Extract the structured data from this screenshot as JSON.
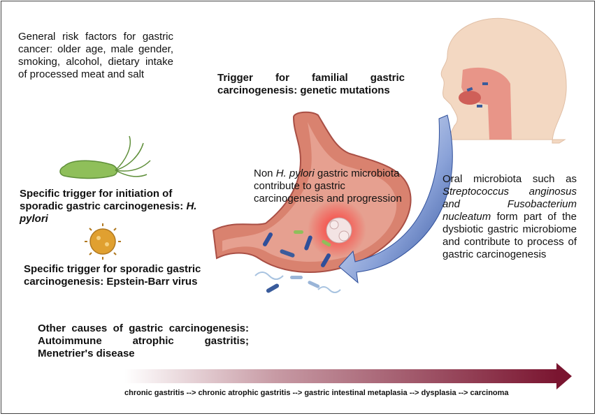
{
  "risk_text": "General risk factors for gastric cancer: older age, male gender, smoking, alcohol, dietary intake of processed meat and salt",
  "familial_text": "Trigger for familial gastric carcinogenesis: genetic mutations",
  "hpylori": {
    "lead": "Specific trigger for initiation of sporadic gastric carcinogenesis: ",
    "organism": "H. pylori"
  },
  "ebv_text": "Specific trigger for sporadic gastric carcinogenesis: Epstein-Barr virus",
  "other_text": "Other causes of gastric carcinogenesis: Autoimmune atrophic gastritis; Menetrier's disease",
  "non_hp": {
    "lead": "Non ",
    "organism": "H. pylori",
    "rest": " gastric microbiota contribute to gastric carcinogenesis and progression"
  },
  "oral": {
    "lead": "Oral microbiota such as ",
    "organisms": "Streptococcus anginosus and Fusobacterium nucleatum",
    "rest": " form part of the dysbiotic gastric microbiome and contribute to process of gastric carcinogenesis"
  },
  "timeline_text": "chronic gastritis --> chronic atrophic gastritis --> gastric intestinal metaplasia --> dysplasia --> carcinoma",
  "colors": {
    "arrow_end": "#7a1530",
    "stomach": "#d9826f",
    "stomach_dark": "#a94f45",
    "blue_arrow": "#2f4f9a",
    "bacteria_green": "#8fbf5a",
    "virus": "#e0a030"
  }
}
